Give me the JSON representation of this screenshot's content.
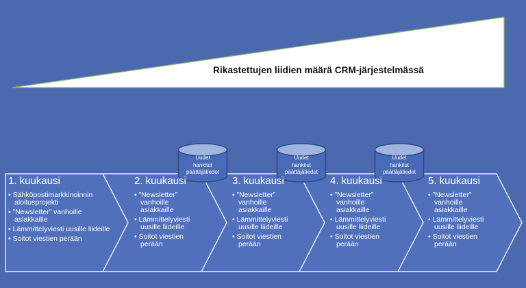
{
  "slide": {
    "title": "Rikastettujen liidien määrä CRM-järjestelmässä"
  },
  "cylinders": {
    "label": "Uudet\nhankitut\npäättäjätiedot"
  },
  "process": {
    "stages": [
      {
        "title": "1. kuukausi",
        "bullets": [
          "Sähköpostimarkkinoinnin aloitusprojekti",
          "”Newsletter” vanhoille asiakkaille",
          "Lämmittelyviesti uusille liideille",
          "Soitot viestien perään"
        ]
      },
      {
        "title": "2. kuukausi",
        "bullets": [
          "”Newsletter” vanhoille asiakkaille",
          "Lämmittelyviesti uusille liideille",
          "Soitot viestien perään"
        ]
      },
      {
        "title": "3. kuukausi",
        "bullets": [
          "”Newsletter” vanhoille asiakkaille",
          "Lämmittelyviesti uusille liideille",
          "Soitot viestien perään"
        ]
      },
      {
        "title": "4. kuukausi",
        "bullets": [
          "”Newsletter” vanhoille asiakkaille",
          "Lämmittelyviesti uusille liideille",
          "Soitot viestien perään"
        ]
      },
      {
        "title": "5. kuukausi",
        "bullets": [
          "”Newsletter” vanhoille asiakkaille",
          "Lämmittelyviesti uusille liideille",
          "Soitot viestien perään"
        ]
      }
    ]
  },
  "colors": {
    "background": "#4c69af",
    "band_fill": "#5170bb",
    "band_border": "#edf1fb",
    "triangle_fill": "#ffffff",
    "triangle_border": "#8cb869",
    "cylinder_body": "#486ab8",
    "cylinder_top": "#9fb5e0",
    "cylinder_border": "#2d4a87",
    "title_text": "#0d0d0d",
    "stage_text": "#ffffff"
  }
}
